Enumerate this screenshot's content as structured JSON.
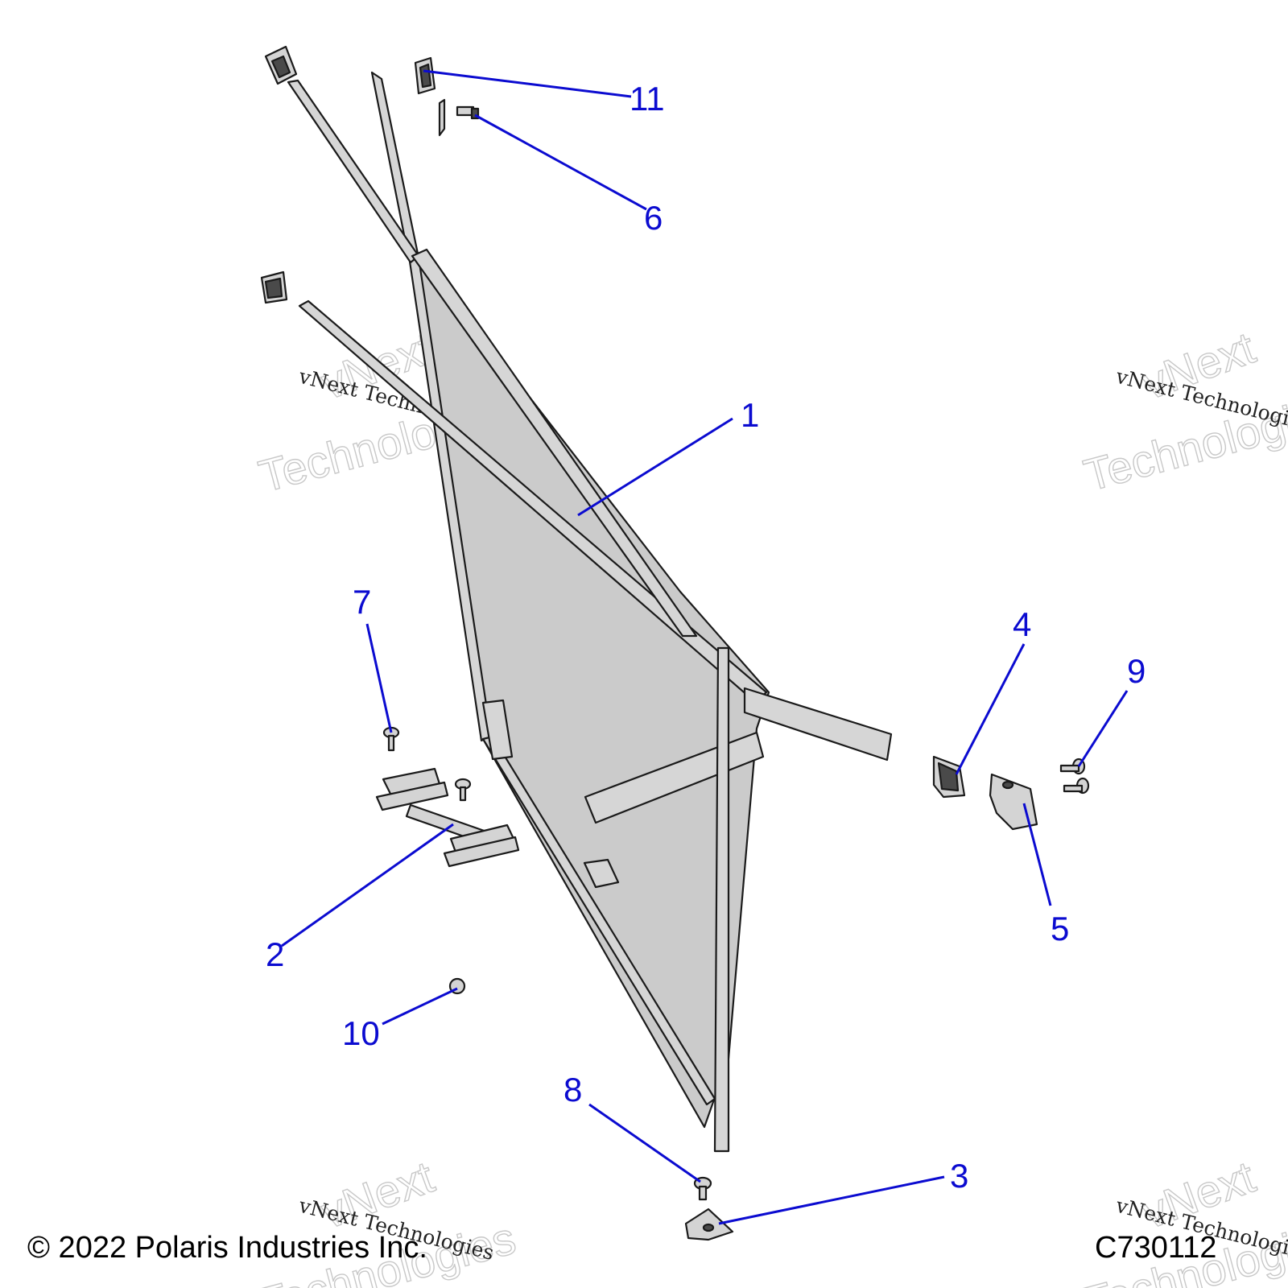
{
  "diagram": {
    "copyright": "© 2022 Polaris Industries Inc.",
    "drawing_id": "C730112",
    "watermark": {
      "line1": "vNext",
      "line2": "Technologies",
      "small": "vNext Technologies"
    },
    "callouts": [
      "1",
      "2",
      "3",
      "4",
      "5",
      "6",
      "7",
      "8",
      "9",
      "10",
      "11"
    ],
    "accent_color": "#0b0bd0"
  }
}
